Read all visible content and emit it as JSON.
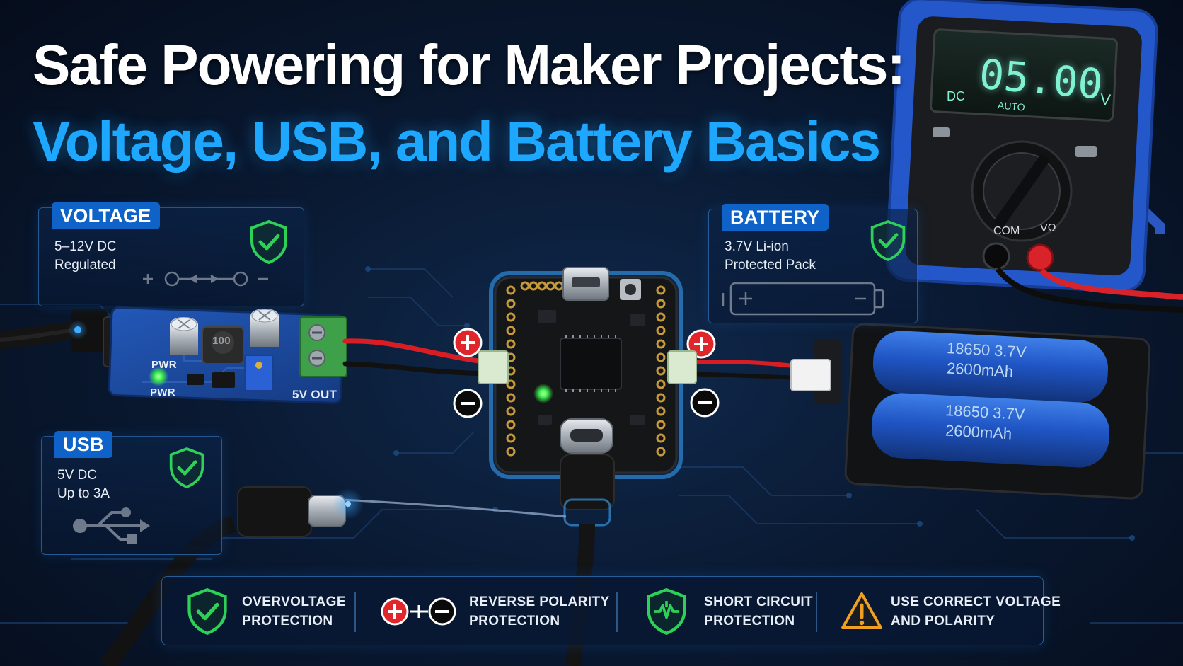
{
  "title": {
    "line1": "Safe Powering for Maker Projects:",
    "line2": "Voltage, USB, and Battery Basics"
  },
  "cards": {
    "voltage": {
      "tag": "VOLTAGE",
      "line1": "5–12V DC",
      "line2": "Regulated"
    },
    "usb": {
      "tag": "USB",
      "line1": "5V DC",
      "line2": "Up to 3A"
    },
    "battery": {
      "tag": "BATTERY",
      "line1": "3.7V Li-ion",
      "line2": "Protected Pack"
    }
  },
  "regulator": {
    "pwr_label": "PWR",
    "out_label": "5V OUT",
    "inductor_label": "100"
  },
  "batteries": [
    {
      "label1": "18650 3.7V",
      "label2": "2600mAh"
    },
    {
      "label1": "18650 3.7V",
      "label2": "2600mAh"
    }
  ],
  "multimeter": {
    "reading": "05.00",
    "unit": "V",
    "mode": "DC",
    "range": "AUTO",
    "com_label": "COM",
    "vo_label": "VΩ"
  },
  "features": [
    {
      "line1": "OVERVOLTAGE",
      "line2": "PROTECTION",
      "icon": "shield-check-icon"
    },
    {
      "line1": "REVERSE POLARITY",
      "line2": "PROTECTION",
      "icon": "polarity-icon"
    },
    {
      "line1": "SHORT CIRCUIT",
      "line2": "PROTECTION",
      "icon": "shield-fuse-icon"
    },
    {
      "line1": "USE CORRECT VOLTAGE",
      "line2": "AND POLARITY",
      "icon": "warning-icon"
    }
  ],
  "colors": {
    "accent_blue": "#1ea7ff",
    "tag_blue": "#0f63c8",
    "safe_green": "#2ed158",
    "positive_red": "#e0262b",
    "warning_orange": "#f0a020",
    "pcb_blue": "#1a4a9c"
  }
}
